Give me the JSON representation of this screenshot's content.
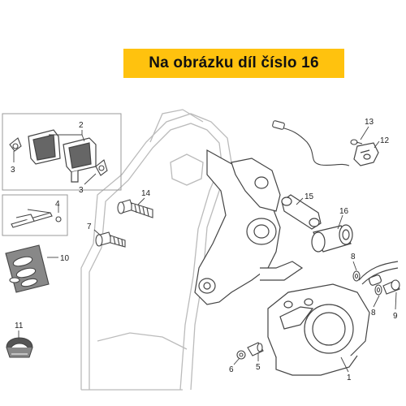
{
  "banner": {
    "text": "Na obrázku díl číslo 16",
    "color": "#ffc20e"
  },
  "callouts": [
    "1",
    "2",
    "3",
    "3",
    "4",
    "5",
    "6",
    "7",
    "8",
    "9",
    "10",
    "11",
    "12",
    "13",
    "14",
    "15",
    "16"
  ],
  "colors": {
    "line": "#444444",
    "frame": "#bbbbbb",
    "highlight_banner": "#ffc20e"
  }
}
